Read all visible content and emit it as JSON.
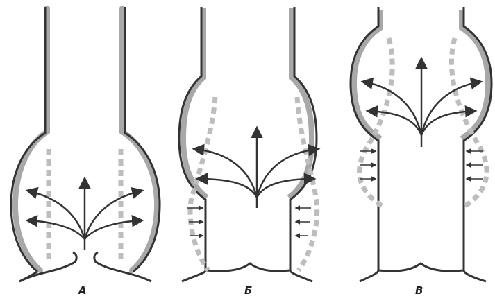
{
  "panels": [
    {
      "id": "A",
      "label": "А"
    },
    {
      "id": "B",
      "label": "Б"
    },
    {
      "id": "C",
      "label": "В"
    }
  ],
  "colors": {
    "wall": "#3a3a3a",
    "wall_shade": "#9a9a9a",
    "dashed": "#bdbdbd",
    "arrow": "#333333"
  }
}
